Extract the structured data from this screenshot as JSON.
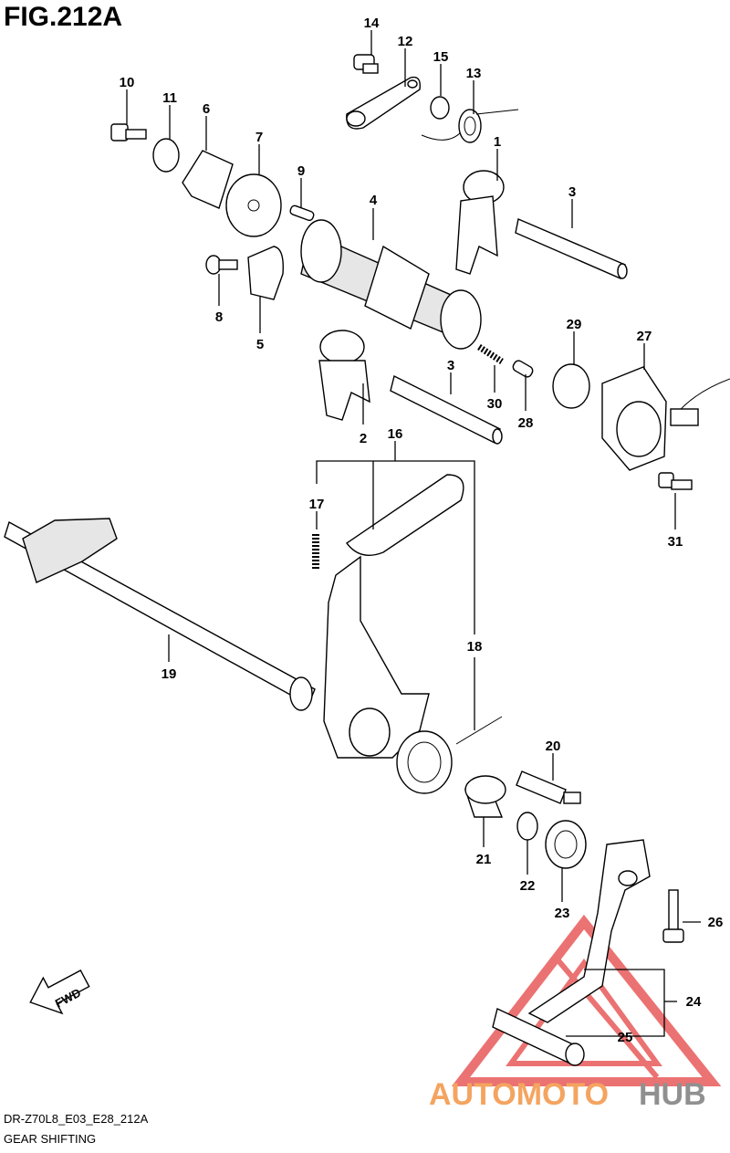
{
  "figure": {
    "title": "FIG.212A"
  },
  "footer": {
    "code": "DR-Z70L8_E03_E28_212A",
    "subtitle": "GEAR SHIFTING"
  },
  "direction_arrow": {
    "label": "FWD"
  },
  "watermark": {
    "text_a": "AUTOMOTO",
    "text_b": "HUB",
    "color_a": "#f4a460",
    "color_b": "#909090",
    "mark_color": "#e85a5a"
  },
  "callouts": {
    "c1": "1",
    "c2": "2",
    "c3a": "3",
    "c3b": "3",
    "c4": "4",
    "c5": "5",
    "c6": "6",
    "c7": "7",
    "c8": "8",
    "c9": "9",
    "c10": "10",
    "c11": "11",
    "c12": "12",
    "c13": "13",
    "c14": "14",
    "c15": "15",
    "c16": "16",
    "c17": "17",
    "c18": "18",
    "c19": "19",
    "c20": "20",
    "c21": "21",
    "c22": "22",
    "c23": "23",
    "c24": "24",
    "c25": "25",
    "c26": "26",
    "c27": "27",
    "c28": "28",
    "c29": "29",
    "c30": "30",
    "c31": "31"
  }
}
